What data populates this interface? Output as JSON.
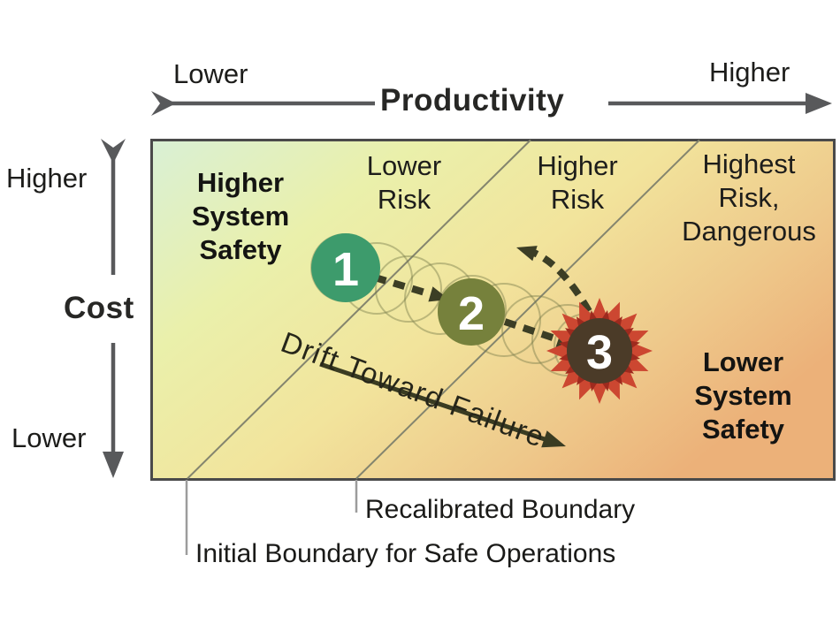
{
  "axes": {
    "productivity": {
      "label": "Productivity",
      "low": "Lower",
      "high": "Higher"
    },
    "cost": {
      "label": "Cost",
      "high": "Higher",
      "low": "Lower"
    }
  },
  "zones": [
    {
      "id": "higher-system-safety",
      "label": "Higher System Safety"
    },
    {
      "id": "lower-risk",
      "label": "Lower Risk"
    },
    {
      "id": "higher-risk",
      "label": "Higher Risk"
    },
    {
      "id": "highest-risk",
      "label": "Highest Risk, Dangerous"
    },
    {
      "id": "lower-system-safety",
      "label": "Lower System Safety"
    }
  ],
  "markers": [
    {
      "number": "1"
    },
    {
      "number": "2"
    },
    {
      "number": "3"
    }
  ],
  "drift_label": "Drift Toward Failure",
  "boundaries": {
    "recalibrated": "Recalibrated Boundary",
    "initial": "Initial Boundary for Safe Operations"
  },
  "colors": {
    "axis": "#58595b",
    "grad_stop1": "#d9f0d5",
    "grad_stop2": "#eaf0ab",
    "grad_stop3": "#f2e49c",
    "grad_stop4": "#eec98b",
    "grad_stop5": "#ecb179",
    "box_border": "#4a4a4a",
    "boundary_line": "#84856e",
    "pointer_line": "#9c9c9c",
    "ghost_trail": "rgba(115,118,72,0.42)",
    "dashed_arrow": "#3c3e25",
    "drift_arrow": "#3a3c22",
    "marker1": "#3d9b6c",
    "marker2": "#76813c",
    "marker3": "#4b3b28",
    "marker_number": "#ffffff",
    "starburst_outer": "#cc4731",
    "starburst_inner": "#9e2a1e"
  }
}
